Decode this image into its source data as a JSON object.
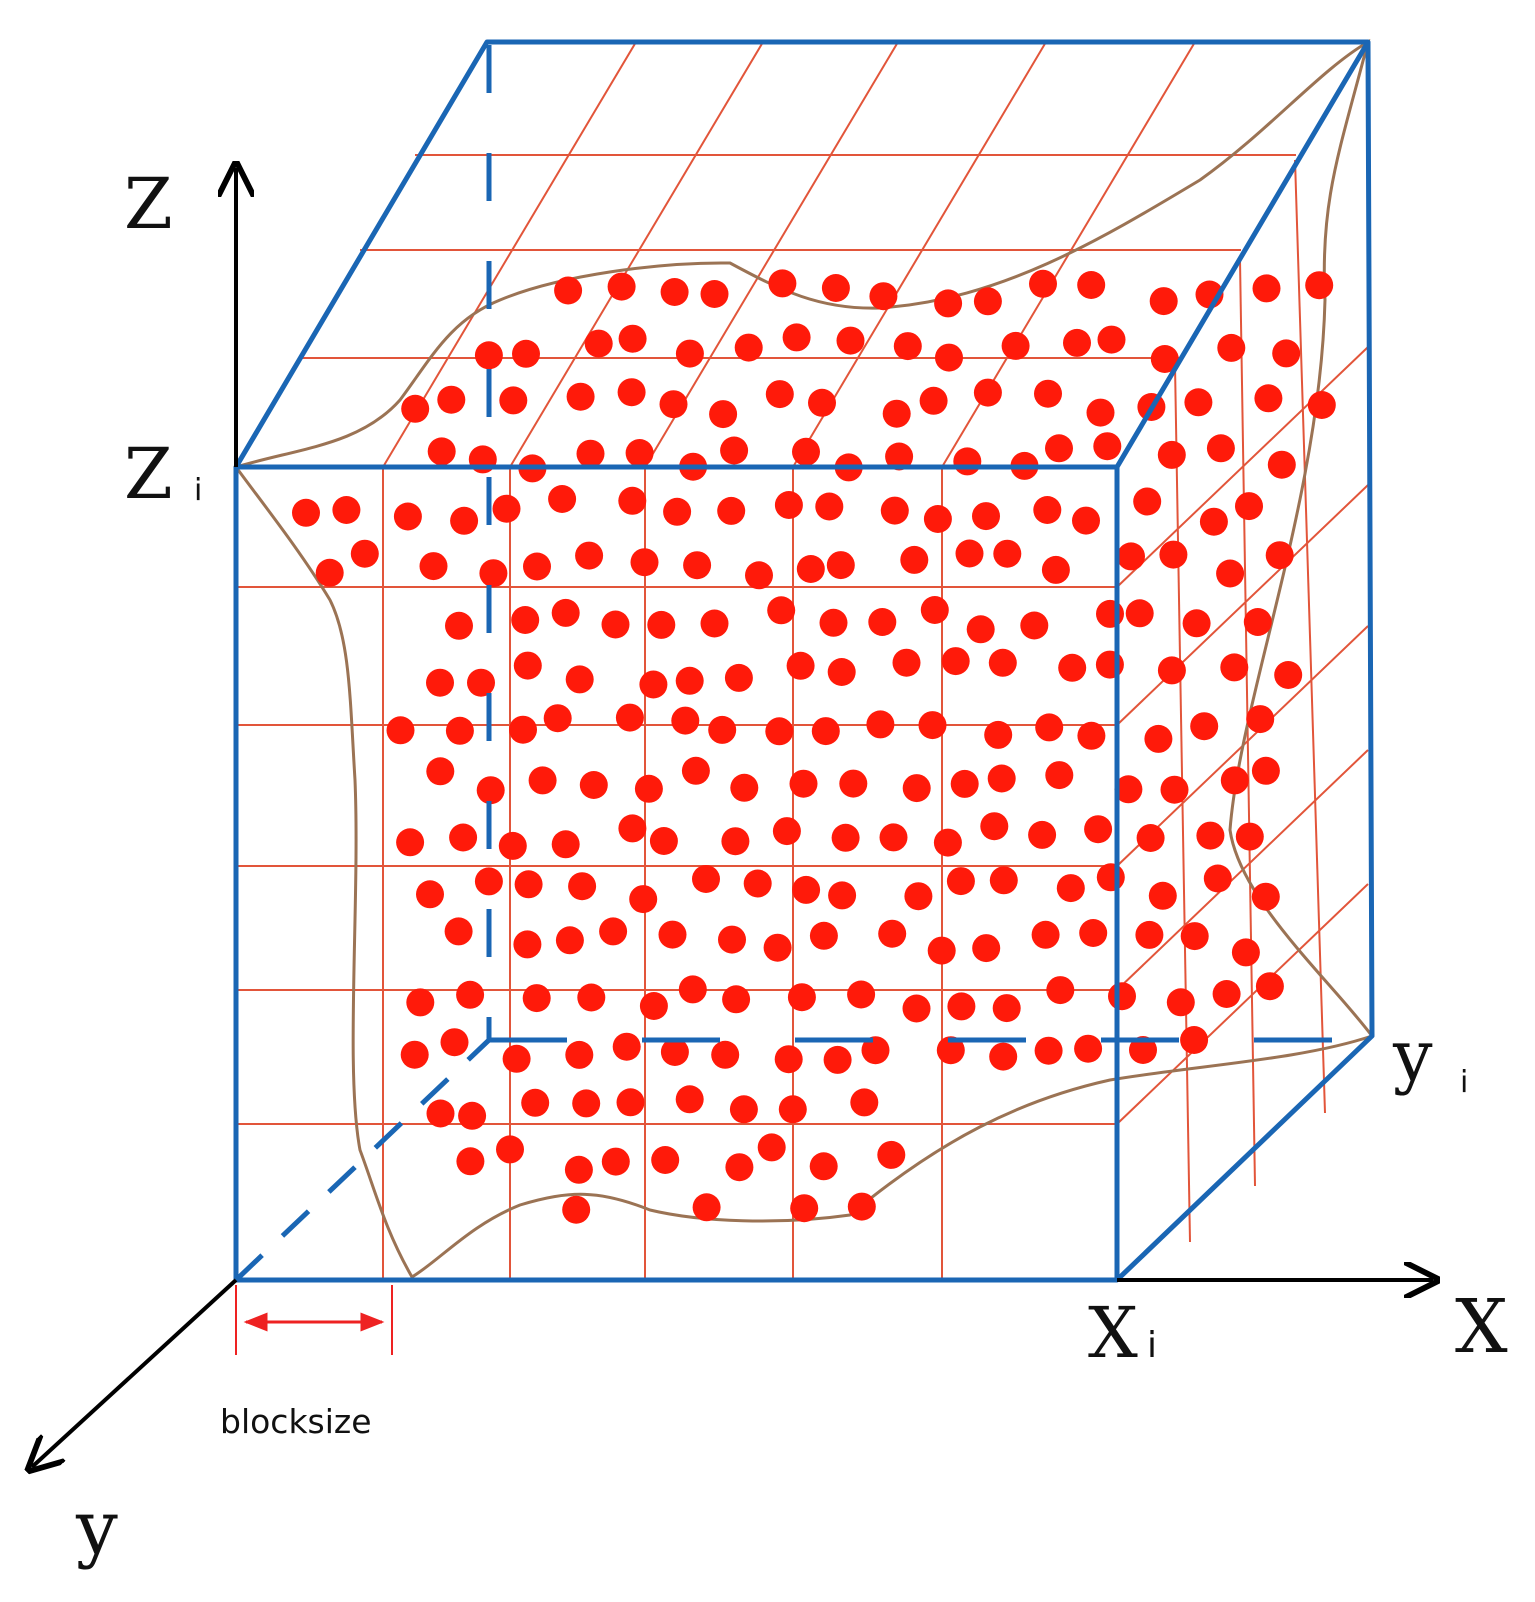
{
  "labels": {
    "z_axis": "Z",
    "z_index": {
      "base": "Z",
      "sub": "i"
    },
    "x_axis": "X",
    "x_index": {
      "base": "X",
      "sub": "i"
    },
    "y_axis": "y",
    "y_index": {
      "base": "y",
      "sub": "i"
    },
    "block_size": "blocksize"
  },
  "colors": {
    "cube_edges": "#1a66b4",
    "grid_lines": "#e2553a",
    "particles": "#ff1a0a",
    "boundary": "#9b7354",
    "axes": "#000000",
    "dimension_marker": "#ee2222"
  }
}
